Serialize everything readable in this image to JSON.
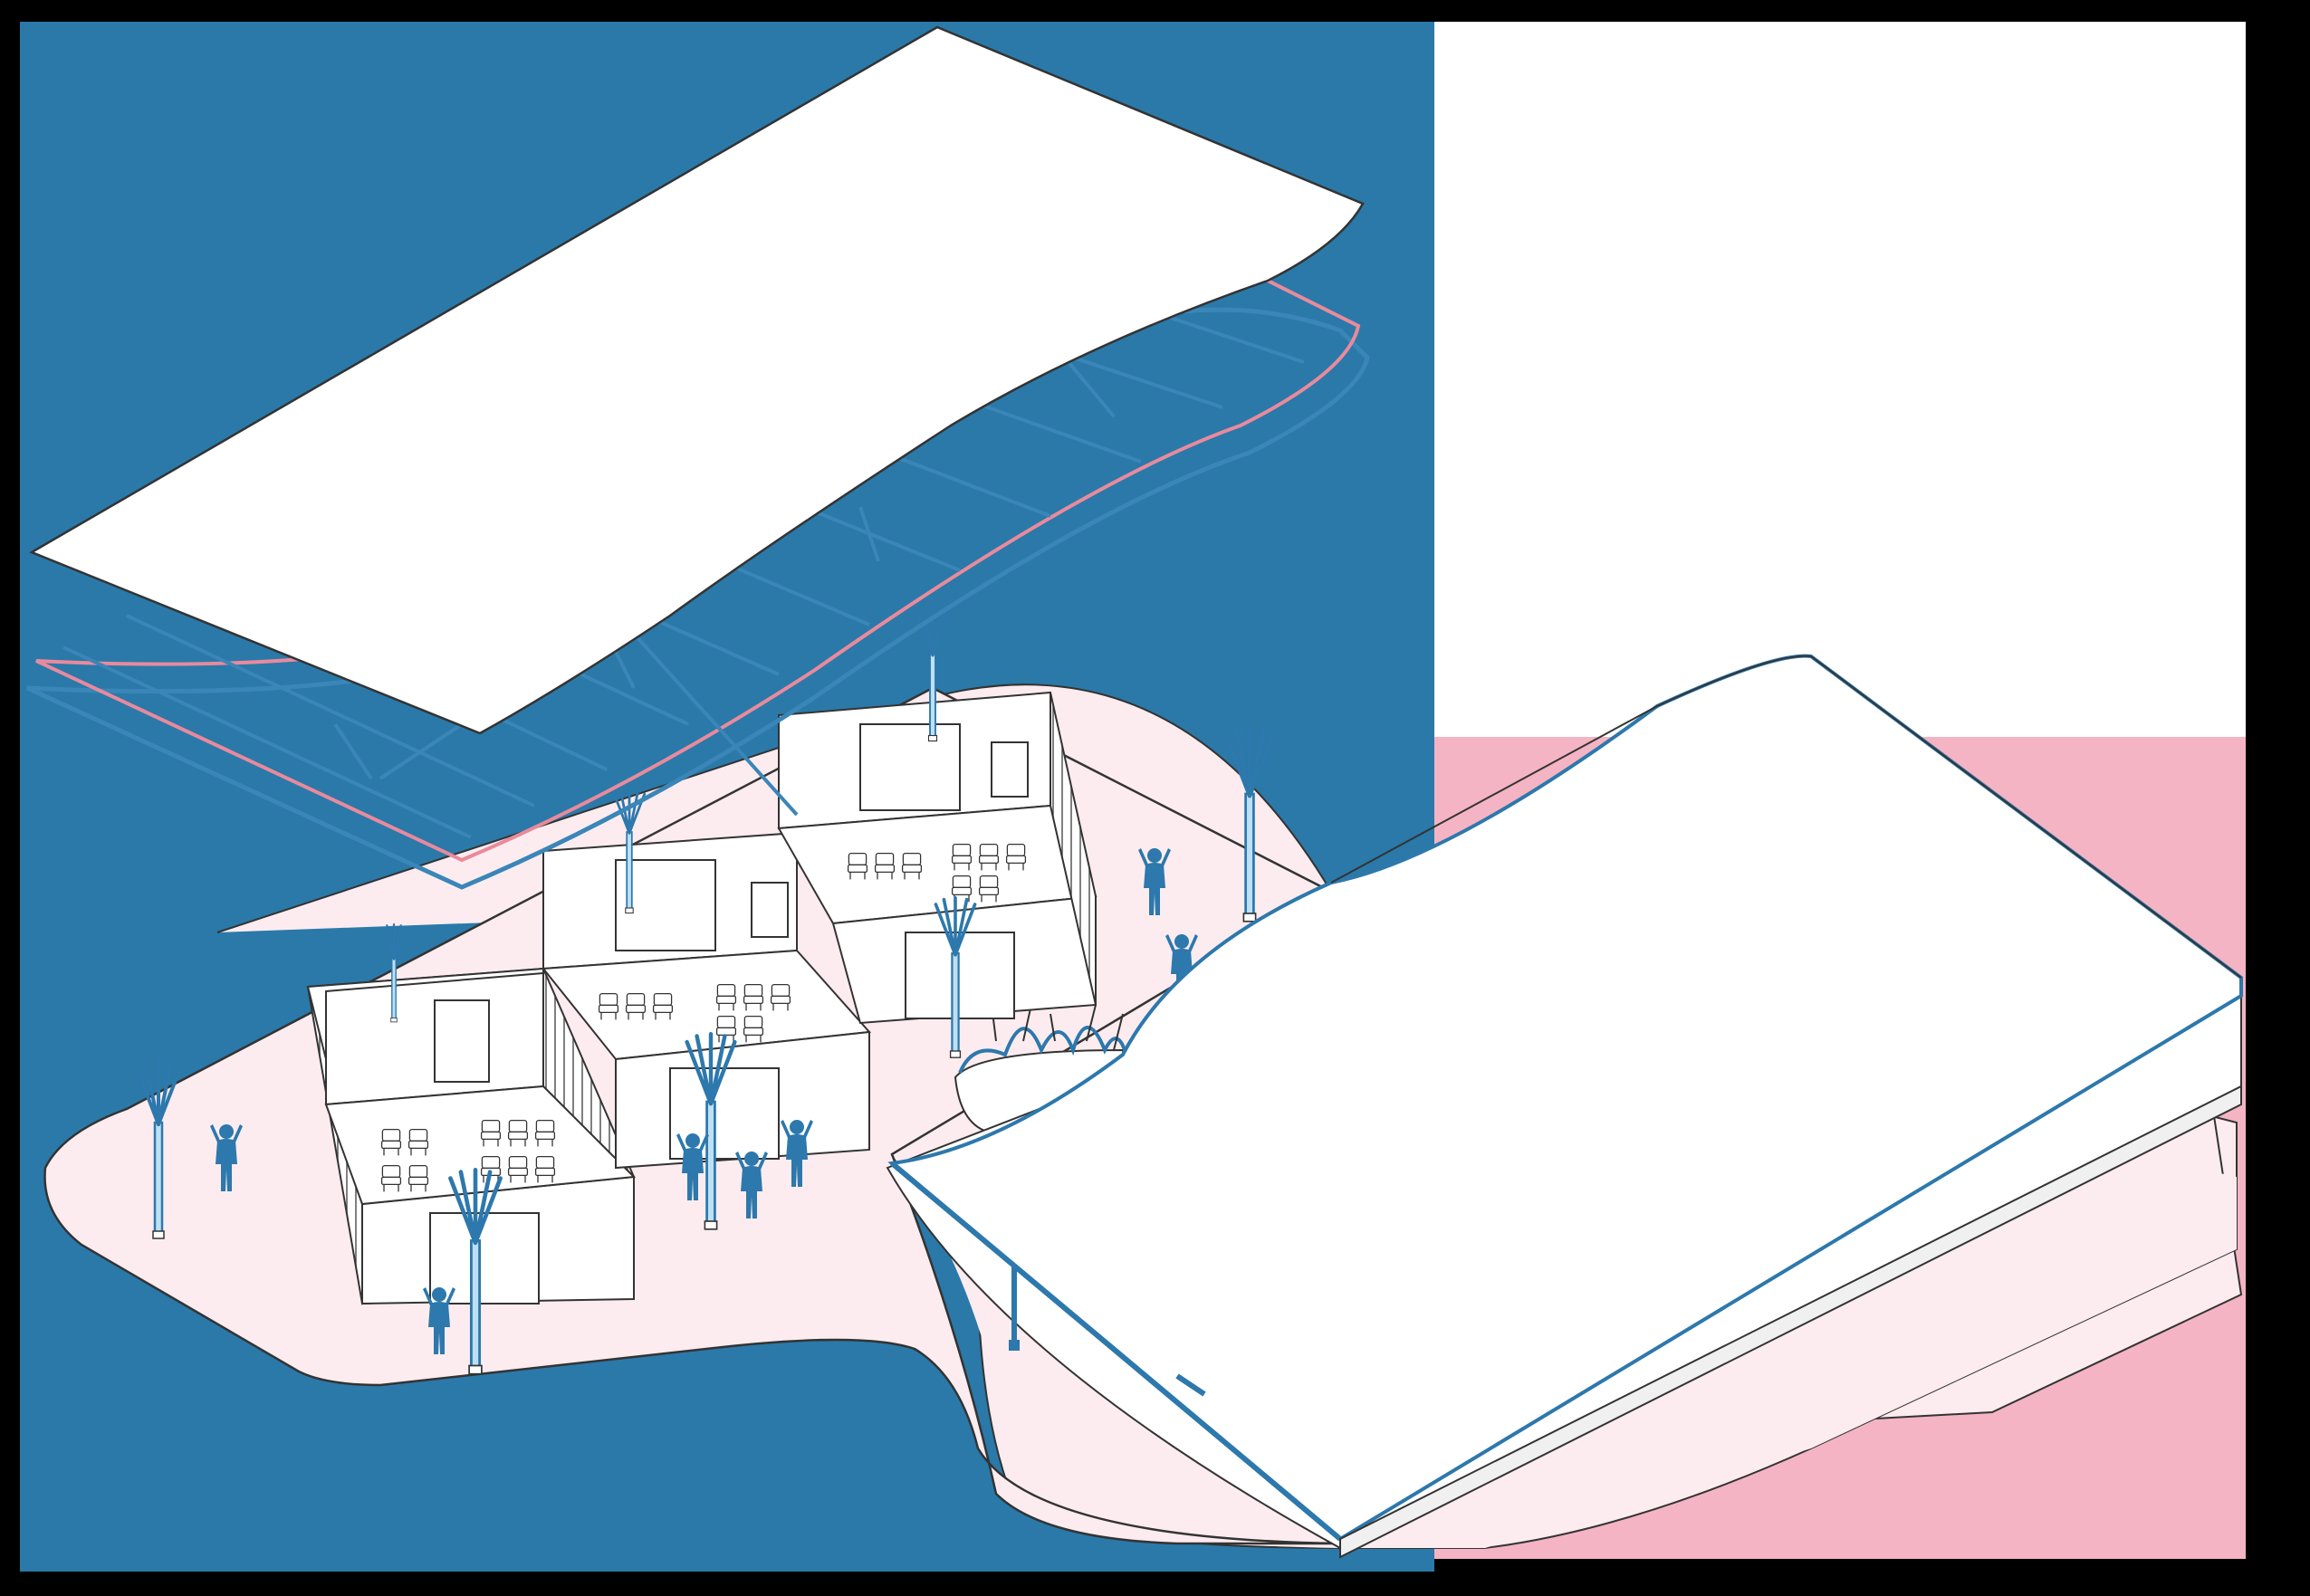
{
  "diagram": {
    "kind": "exploded axonometric illustration",
    "colors": {
      "frame": "#000000",
      "blue_panel": "#2a79a9",
      "pink_panel": "#f5b4c3",
      "ground": "#fcecef",
      "roof": "#ffffff",
      "structure_blue": "#3a86b8",
      "structure_pink": "#e98a9c",
      "figure_blue": "#2d78ac",
      "line": "#333333"
    },
    "icons": {
      "tree_columns": "y-branch-column-icon",
      "people": "child-silhouette-icon",
      "plants": "grass-tuft-icon",
      "chairs": "chair-icon"
    },
    "components": [
      "roof-panel",
      "roof-frame",
      "ground-plate",
      "classroom-module",
      "tree-column",
      "child-figure",
      "planter",
      "built-roof"
    ]
  }
}
